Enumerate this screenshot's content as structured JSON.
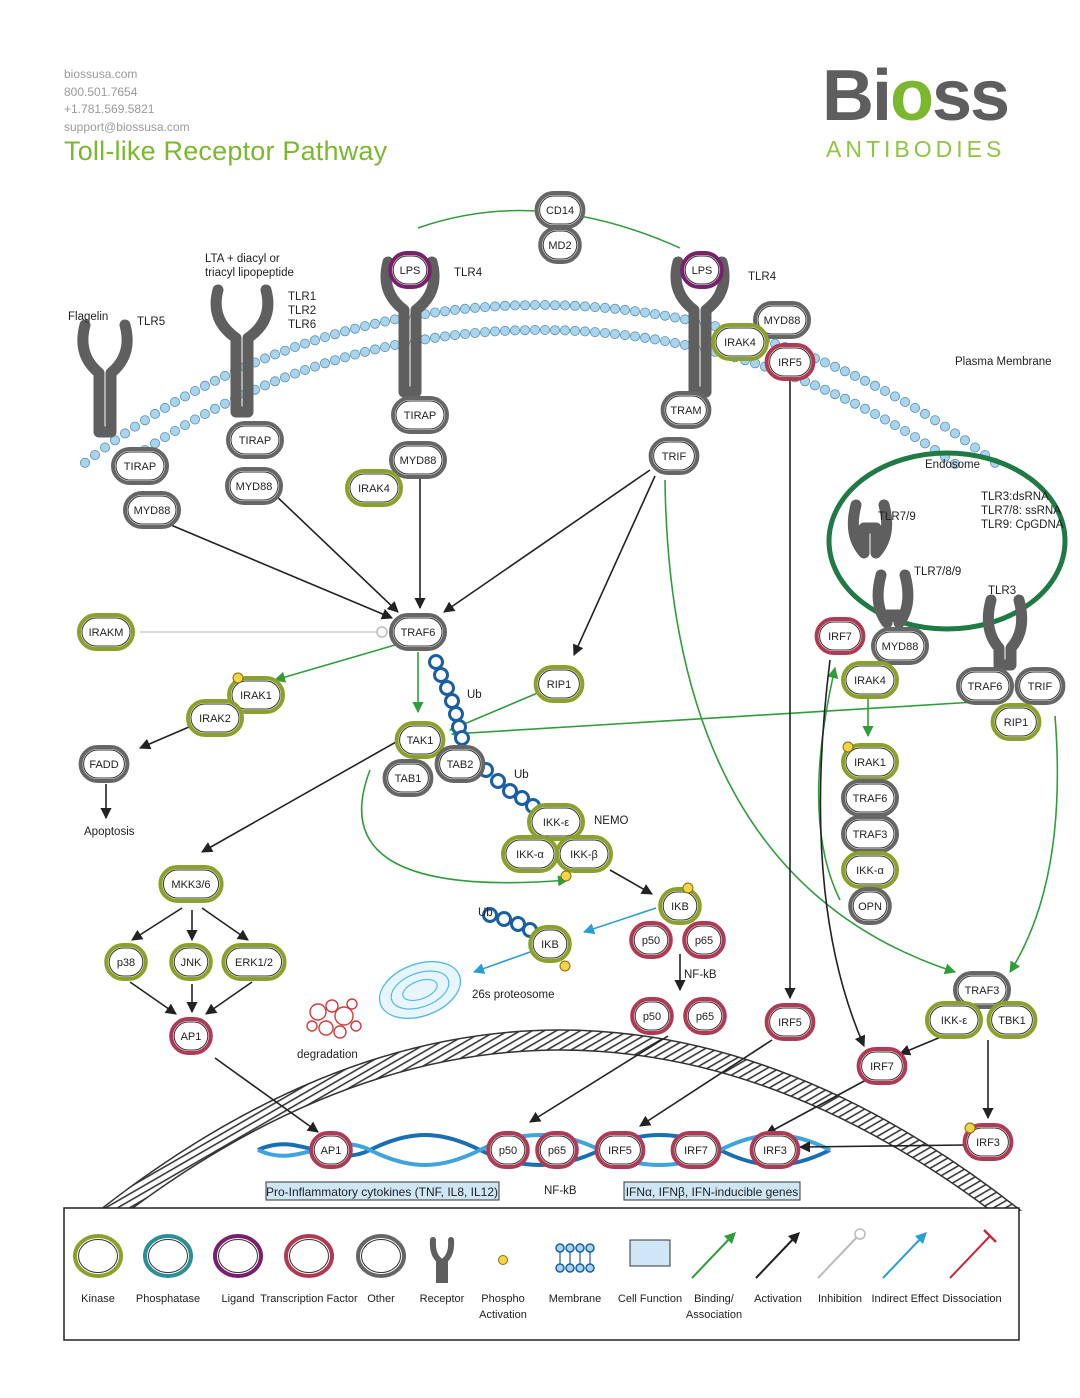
{
  "header": {
    "contact": [
      "biossusa.com",
      "800.501.7654",
      "+1.781.569.5821",
      "support@biossusa.com"
    ],
    "title": "Toll-like Receptor Pathway",
    "logo_main": "Bioss",
    "logo_sub": "ANTIBODIES"
  },
  "colors": {
    "kinase": "#8aa22a",
    "phosphatase": "#2a8f96",
    "ligand": "#7a1f6e",
    "transcription_factor": "#b03a54",
    "other": "#666666",
    "binding": "#2f9e3a",
    "activation": "#222222",
    "inhibition": "#cccccc",
    "indirect": "#2a9fd6",
    "dissociation": "#c42a3a",
    "membrane": "#a9d4ee",
    "brand_green": "#7cb82f"
  },
  "labels": {
    "flagelin": "Flagelin",
    "tlr5": "TLR5",
    "lta_1": "LTA + diacyl or",
    "lta_2": "triacyl lipopeptide",
    "tlr1": "TLR1",
    "tlr2": "TLR2",
    "tlr6": "TLR6",
    "tlr4_a": "TLR4",
    "tlr4_b": "TLR4",
    "plasma_membrane": "Plasma Membrane",
    "endosome": "Endosome",
    "endo_1": "TLR3:dsRNA",
    "endo_2": "TLR7/8: ssRNA",
    "endo_3": "TLR9: CpGDNA",
    "tlr79": "TLR7/9",
    "tlr789": "TLR7/8/9",
    "tlr3": "TLR3",
    "ub1": "Ub",
    "ub2": "Ub",
    "ub3": "Ub",
    "nemo": "NEMO",
    "nfkb1": "NF-kB",
    "nfkb2": "NF-kB",
    "apoptosis": "Apoptosis",
    "proteosome": "26s proteosome",
    "degradation": "degradation",
    "cytokines": "Pro-Inflammatory cytokines (TNF, IL8, IL12)",
    "ifn": "IFNα, IFNβ, IFN-inducible genes"
  },
  "nodes": {
    "cd14": "CD14",
    "md2": "MD2",
    "lps1": "LPS",
    "lps2": "LPS",
    "tirap1": "TIRAP",
    "myd88_1": "MYD88",
    "tirap2": "TIRAP",
    "myd88_2": "MYD88",
    "tirap3": "TIRAP",
    "myd88_3": "MYD88",
    "irak4_1": "IRAK4",
    "tram": "TRAM",
    "trif1": "TRIF",
    "traf6": "TRAF6",
    "irakm": "IRAKM",
    "irak1": "IRAK1",
    "irak2": "IRAK2",
    "fadd": "FADD",
    "rip1_1": "RIP1",
    "tak1": "TAK1",
    "tab1": "TAB1",
    "tab2": "TAB2",
    "ikke1": "IKK-ε",
    "ikka1": "IKK-α",
    "ikkb": "IKK-β",
    "mkk": "MKK3/6",
    "p38": "p38",
    "jnk": "JNK",
    "erk": "ERK1/2",
    "ap1_1": "AP1",
    "ikb1": "IKB",
    "p50_1": "p50",
    "p65_1": "p65",
    "ikb2": "IKB",
    "p50_2": "p50",
    "p65_2": "p65",
    "myd88_4": "MYD88",
    "irak4_2": "IRAK4",
    "irf5_1": "IRF5",
    "irf5_2": "IRF5",
    "irf7_1": "IRF7",
    "myd88_5": "MYD88",
    "irak4_3": "IRAK4",
    "traf6_2": "TRAF6",
    "trif2": "TRIF",
    "rip1_2": "RIP1",
    "irak1_2": "IRAK1",
    "traf6_3": "TRAF6",
    "traf3_1": "TRAF3",
    "ikka2": "IKK-α",
    "opn": "OPN",
    "traf3_2": "TRAF3",
    "ikke2": "IKK-ε",
    "tbk1": "TBK1",
    "irf7_2": "IRF7",
    "irf3_1": "IRF3",
    "n_ap1": "AP1",
    "n_p50": "p50",
    "n_p65": "p65",
    "n_irf5": "IRF5",
    "n_irf7": "IRF7",
    "n_irf3": "IRF3"
  },
  "legend": [
    {
      "label": "Kinase"
    },
    {
      "label": "Phosphatase"
    },
    {
      "label": "Ligand"
    },
    {
      "label": "Transcription Factor"
    },
    {
      "label": "Other"
    },
    {
      "label": "Receptor"
    },
    {
      "label": "Phospho",
      "label2": "Activation"
    },
    {
      "label": "Membrane"
    },
    {
      "label": "Cell Function"
    },
    {
      "label": "Binding/",
      "label2": "Association"
    },
    {
      "label": "Activation"
    },
    {
      "label": "Inhibition"
    },
    {
      "label": "Indirect Effect"
    },
    {
      "label": "Dissociation"
    }
  ]
}
